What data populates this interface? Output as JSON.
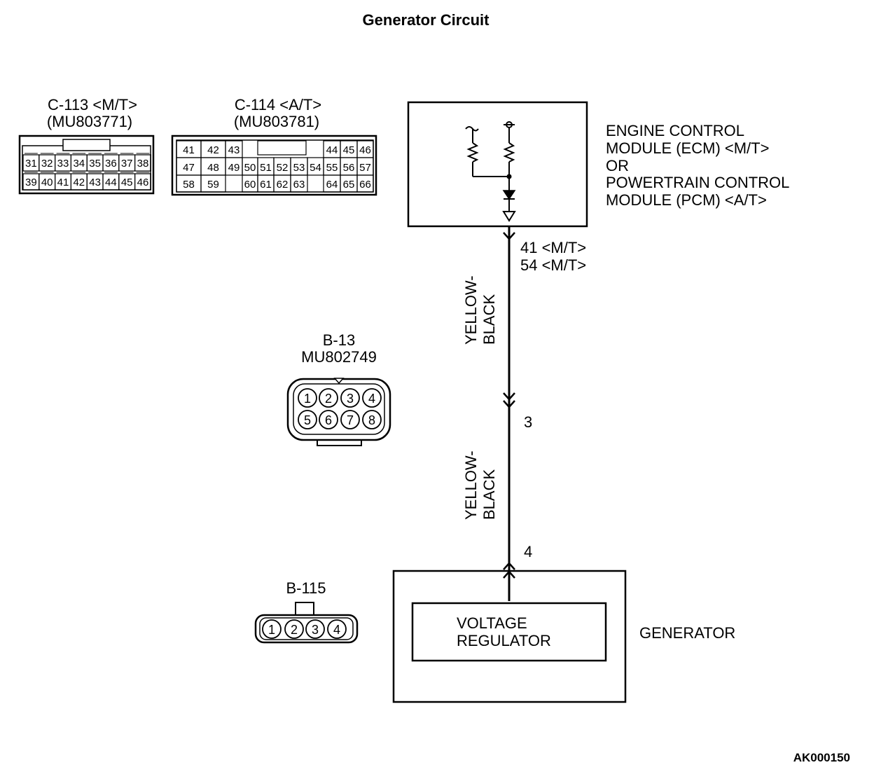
{
  "title": "Generator Circuit",
  "drawing_code": "AK000150",
  "connector_c113": {
    "label": "C-113 <M/T>",
    "part": "(MU803771)",
    "row1": [
      "31",
      "32",
      "33",
      "34",
      "35",
      "36",
      "37",
      "38"
    ],
    "row2": [
      "39",
      "40",
      "41",
      "42",
      "43",
      "44",
      "45",
      "46"
    ]
  },
  "connector_c114": {
    "label": "C-114 <A/T>",
    "part": "(MU803781)",
    "row1": [
      "41",
      "42",
      "43",
      "",
      "",
      "",
      "",
      "",
      "",
      "44",
      "45",
      "46"
    ],
    "row2": [
      "47",
      "48",
      "49",
      "50",
      "51",
      "52",
      "53",
      "54",
      "55",
      "56",
      "57"
    ],
    "row3": [
      "58",
      "59",
      "",
      "60",
      "61",
      "62",
      "63",
      "",
      "64",
      "65",
      "66"
    ]
  },
  "connector_b13": {
    "label": "B-13",
    "part": "MU802749",
    "row1": [
      "1",
      "2",
      "3",
      "4"
    ],
    "row2": [
      "5",
      "6",
      "7",
      "8"
    ]
  },
  "connector_b115": {
    "label": "B-115",
    "pins": [
      "1",
      "2",
      "3",
      "4"
    ]
  },
  "ecm": {
    "line1": "ENGINE CONTROL",
    "line2": "MODULE (ECM) <M/T>",
    "line3": "OR",
    "line4": "POWERTRAIN CONTROL",
    "line5": "MODULE (PCM) <A/T>",
    "pin_line1": "41 <M/T>",
    "pin_line2": "54 <M/T>"
  },
  "harness": {
    "wire1_line1": "YELLOW-",
    "wire1_line2": "BLACK",
    "wire2_line1": "YELLOW-",
    "wire2_line2": "BLACK",
    "pin_b13": "3",
    "pin_generator": "4"
  },
  "generator": {
    "label": "GENERATOR",
    "regulator_line1": "VOLTAGE",
    "regulator_line2": "REGULATOR"
  }
}
